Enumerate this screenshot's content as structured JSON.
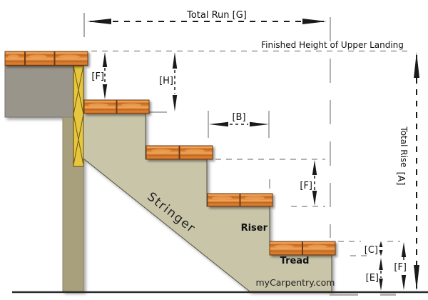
{
  "diagram": {
    "total_run_label": "Total Run [G]",
    "finished_height_label": "Finished Height of Upper Landing",
    "total_rise_label": "Total Rise",
    "total_rise_letter": "[A]",
    "upper_riser_label": "[F]",
    "landing_drop_label": "[H]",
    "tread_run_label": "[B]",
    "mid_riser_label": "[F]",
    "tread_thickness_label": "[C]",
    "bottom_rise_label": "[E]",
    "bottom_riser_label": "[F]",
    "riser_label": "Riser",
    "tread_label": "Tread",
    "stringer_label": "Stringer",
    "watermark": "myCarpentry.com"
  },
  "colors": {
    "wood-dark": "#c2641c",
    "wood-mid": "#dd8233",
    "wood-light": "#f1a95f",
    "wood-border": "#6b3a12",
    "stringer": "#c8c5a9",
    "stringer-border": "#55513f",
    "post": "#a89f7d",
    "block": "#9a958a",
    "ledger": "#e8c63e",
    "line": "#1a1a1a",
    "ext": "#999999",
    "text": "#111111",
    "ground": "#2b2b2b"
  }
}
